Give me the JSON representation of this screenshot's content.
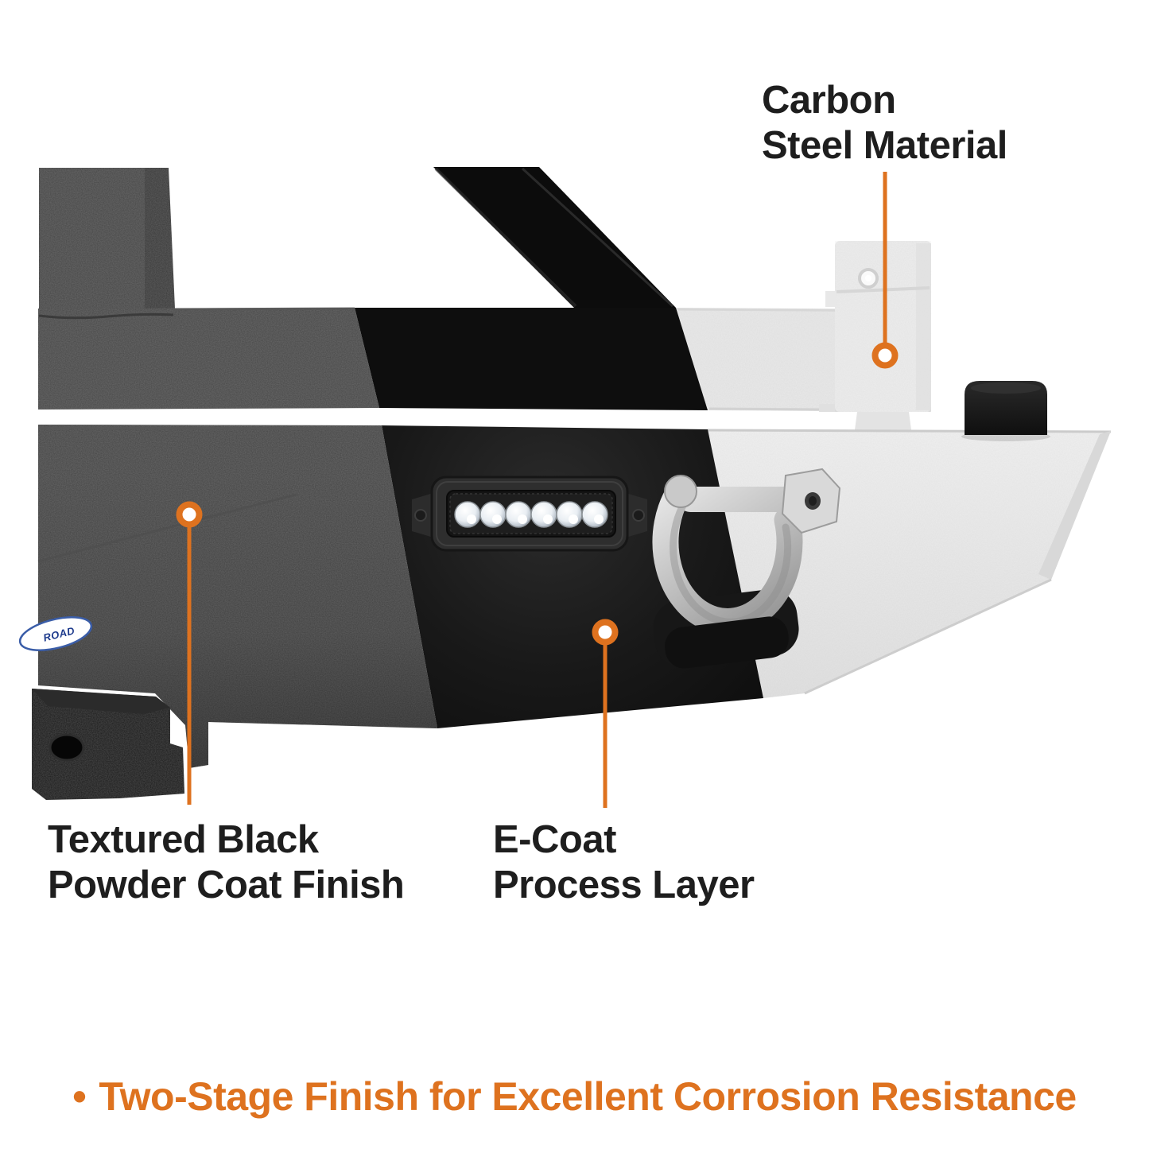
{
  "annotations": {
    "carbon_steel": {
      "line1": "Carbon",
      "line2": "Steel Material"
    },
    "textured_black": {
      "line1": "Textured Black",
      "line2": "Powder Coat Finish"
    },
    "ecoat": {
      "line1": "E-Coat",
      "line2": "Process Layer"
    }
  },
  "footer": {
    "bullet": "•",
    "text": "Two-Stage Finish for Excellent Corrosion Resistance"
  },
  "badge": {
    "text": "ROAD"
  },
  "colors": {
    "accent_orange": "#DE721F",
    "label_text": "#1E1E1E",
    "textured_gray": "#434343",
    "ecoat_black": "#101010",
    "steel_gray": "#ECECEC",
    "badge_blue": "#1D3A8C"
  }
}
